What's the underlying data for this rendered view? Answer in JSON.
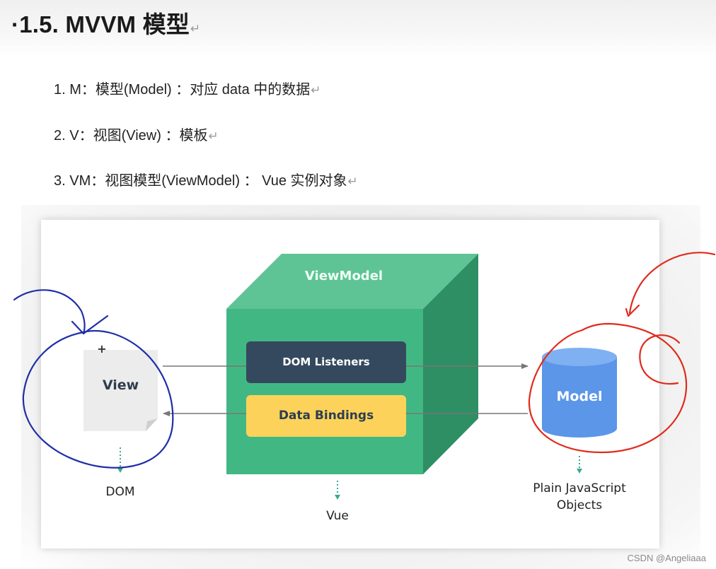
{
  "heading": {
    "bullet": "·",
    "text": "1.5. MVVM 模型",
    "mark": "↵"
  },
  "list": [
    {
      "text": "1. M：模型(Model) ：对应 data 中的数据",
      "mark": "↵"
    },
    {
      "text": "2. V：视图(View) ：模板",
      "mark": "↵"
    },
    {
      "text": "3. VM：视图模型(ViewModel) ： Vue 实例对象",
      "mark": "↵"
    }
  ],
  "diagram": {
    "viewmodel_label": "ViewModel",
    "dom_listeners_label": "DOM Listeners",
    "data_bindings_label": "Data Bindings",
    "view_label": "View",
    "view_plus": "+",
    "model_label": "Model",
    "dom_caption": "DOM",
    "vue_caption": "Vue",
    "model_caption_line1": "Plain JavaScript",
    "model_caption_line2": "Objects",
    "colors": {
      "cube_front": "#41b883",
      "cube_top": "#5ec495",
      "cube_side": "#2d8f63",
      "listeners_box": "#34495e",
      "bindings_box": "#fdd25a",
      "model_cylinder": "#5b96e8",
      "blue_annotation": "#1f2fa8",
      "red_annotation": "#e02b1c"
    }
  },
  "watermark": "CSDN @Angeliaaa"
}
